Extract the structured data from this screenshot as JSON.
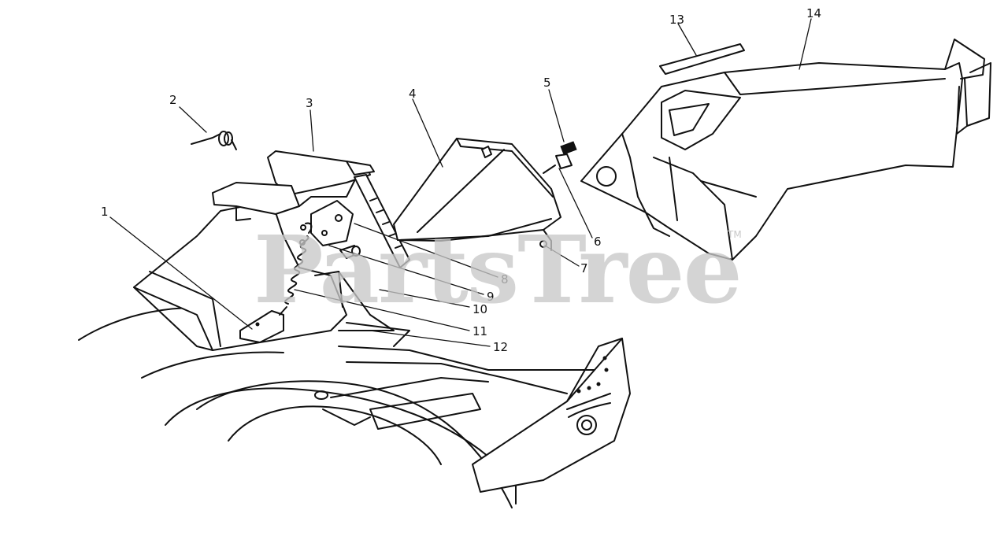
{
  "diagram": {
    "callouts": [
      "1",
      "2",
      "3",
      "4",
      "5",
      "6",
      "7",
      "8",
      "9",
      "10",
      "11",
      "12",
      "13",
      "14"
    ],
    "watermark": "PartsTree",
    "trademark": "TM"
  },
  "colors": {
    "ink": "#111111",
    "watermark": "#c8c8c8",
    "background": "#ffffff"
  }
}
